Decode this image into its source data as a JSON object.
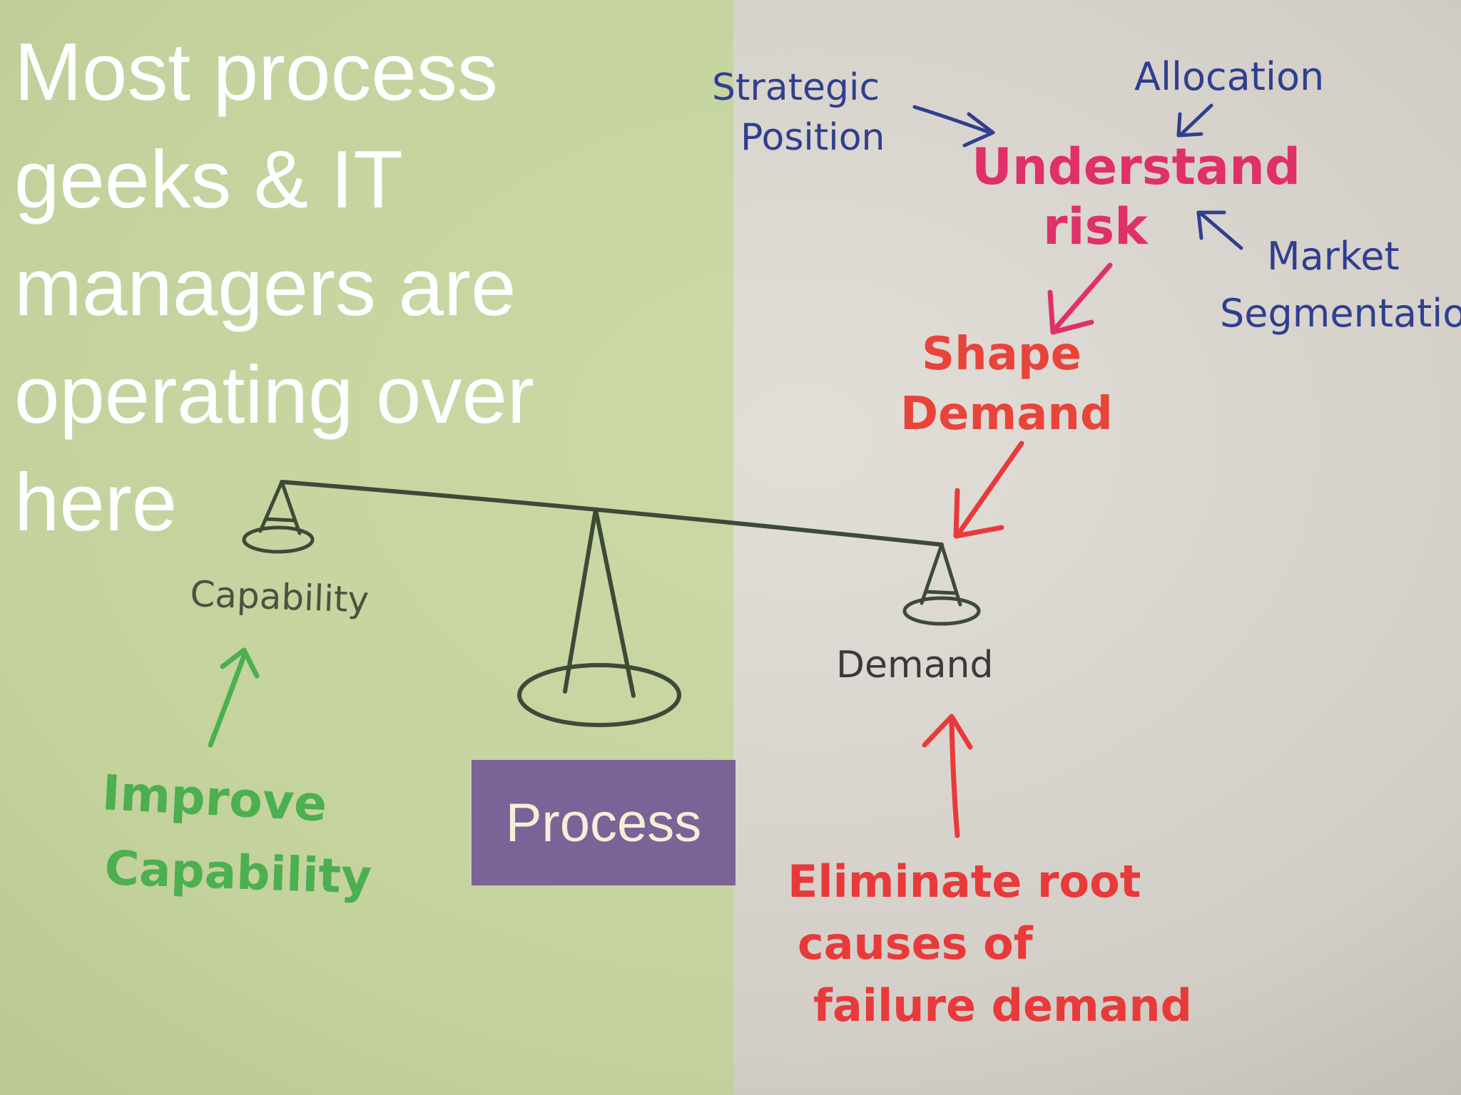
{
  "headline": "Most process\ngeeks & IT\nmanagers are\noperating over\nhere",
  "process_label": "Process",
  "labels": {
    "capability": "Capability",
    "demand": "Demand",
    "improve_capability_line1": "Improve",
    "improve_capability_line2": "Capability",
    "eliminate_line1": "Eliminate root",
    "eliminate_line2": "causes of",
    "eliminate_line3": "failure demand",
    "shape_demand_line1": "Shape",
    "shape_demand_line2": "Demand",
    "understand_risk_line1": "Understand",
    "understand_risk_line2": "risk",
    "strategic_position_line1": "Strategic",
    "strategic_position_line2": "Position",
    "allocation": "Allocation",
    "market_segmentation_line1": "Market",
    "market_segmentation_line2": "Segmentation"
  },
  "colors": {
    "green_ink": "#4caf50",
    "red_ink": "#e83a3a",
    "pink_ink": "#e0306a",
    "blue_ink": "#2f3f8f",
    "dark_ink": "#3a3a3a",
    "overlay_green": "#b6d674",
    "process_box": "#7a6397"
  }
}
